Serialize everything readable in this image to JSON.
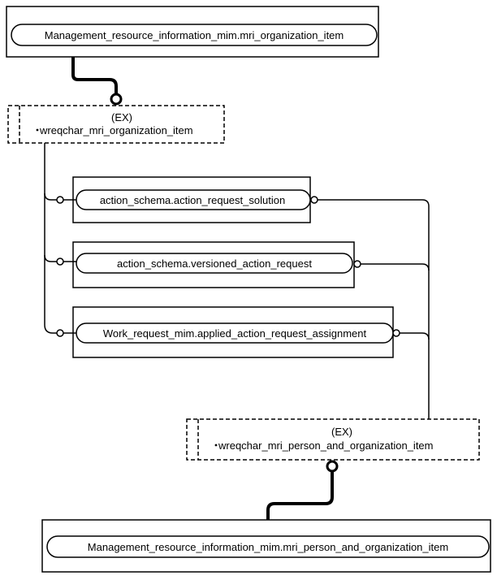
{
  "diagram": {
    "top_entity": "Management_resource_information_mim.mri_organization_item",
    "select_top": {
      "tag": "(EX)",
      "name": "wreqchar_mri_organization_item"
    },
    "members": [
      "action_schema.action_request_solution",
      "action_schema.versioned_action_request",
      "Work_request_mim.applied_action_request_assignment"
    ],
    "select_bottom": {
      "tag": "(EX)",
      "name": "wreqchar_mri_person_and_organization_item"
    },
    "bottom_entity": "Management_resource_information_mim.mri_person_and_organization_item"
  }
}
